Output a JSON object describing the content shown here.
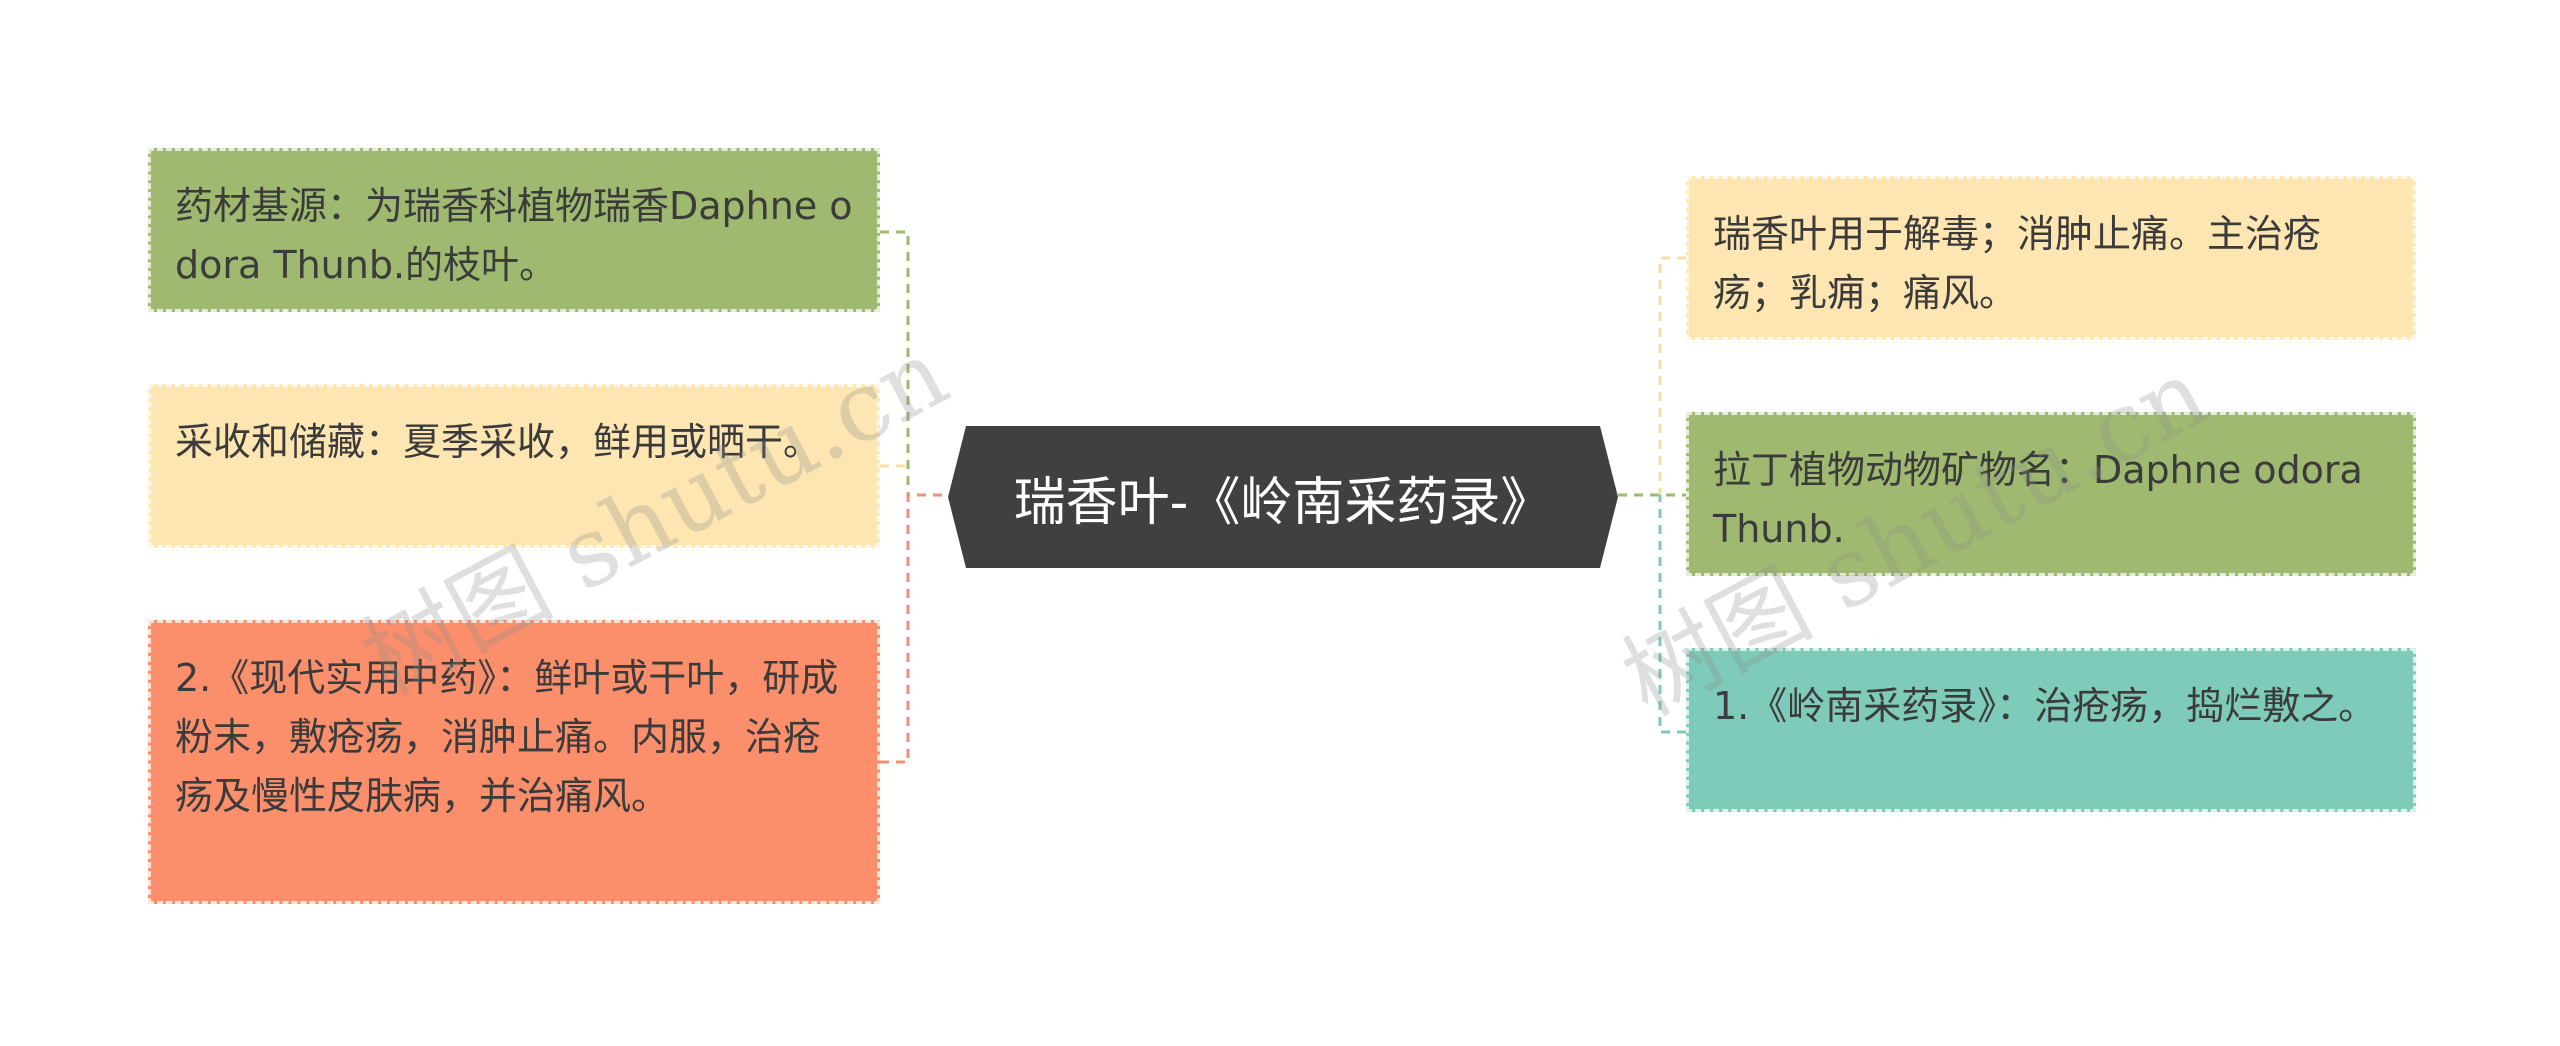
{
  "center": {
    "label": "瑞香叶-《岭南采药录》"
  },
  "left_nodes": [
    {
      "text": "药材基源：为瑞香科植物瑞香Daphne odora Thunb.的枝叶。",
      "color": "#9fba70",
      "line_color": "#9fba70"
    },
    {
      "text": "采收和储藏：夏季采收，鲜用或晒干。",
      "color": "#fde6b1",
      "line_color": "#f7dea5"
    },
    {
      "text": "2.《现代实用中药》：鲜叶或干叶，研成粉末，敷疮疡，消肿止痛。内服，治疮疡及慢性皮肤病，并治痛风。",
      "color": "#fb8f6c",
      "line_color": "#ee9174"
    }
  ],
  "right_nodes": [
    {
      "text": "瑞香叶用于解毒；消肿止痛。主治疮疡；乳痈；痛风。",
      "color": "#fde6b1",
      "line_color": "#f7dea5"
    },
    {
      "text": "拉丁植物动物矿物名：Daphne odora Thunb.",
      "color": "#9fba70",
      "line_color": "#9fba70"
    },
    {
      "text": "1.《岭南采药录》：治疮疡，捣烂敷之。",
      "color": "#7ecbb9",
      "line_color": "#7ecbb9"
    }
  ],
  "watermarks": [
    "树图 shutu.cn",
    "树图 shutu.cn"
  ]
}
